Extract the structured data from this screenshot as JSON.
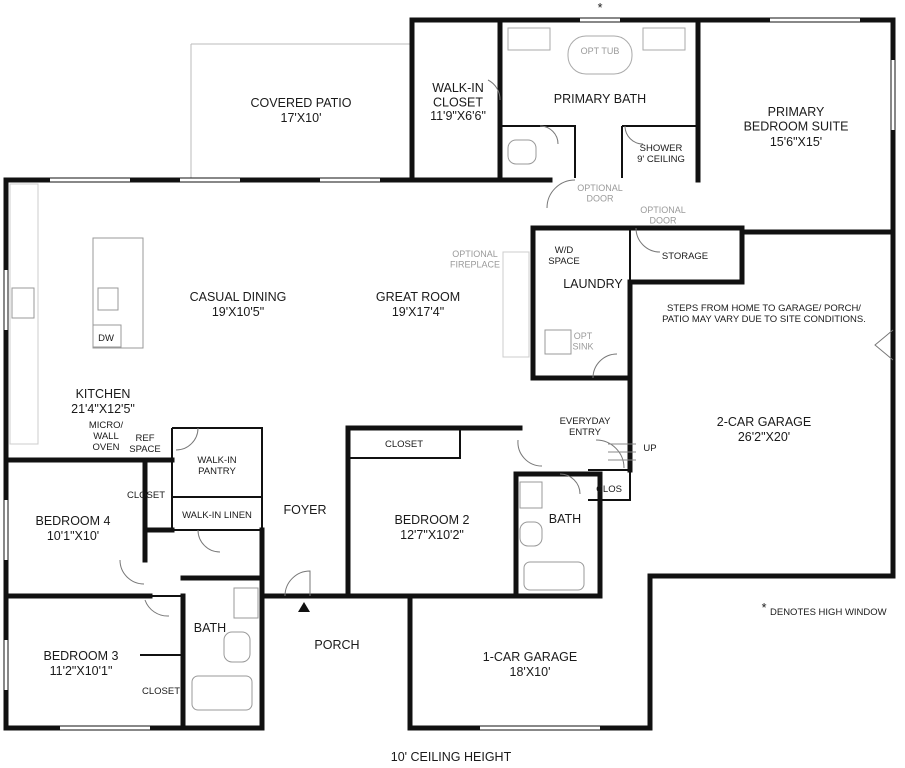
{
  "high_window_mark": "*",
  "rooms": {
    "covered_patio": {
      "name": "COVERED PATIO",
      "dim": "17'X10'"
    },
    "walk_in_closet": {
      "name": "WALK-IN\nCLOSET",
      "dim": "11'9\"X6'6\""
    },
    "primary_bath": {
      "name": "PRIMARY BATH"
    },
    "opt_tub": {
      "name": "OPT TUB"
    },
    "shower": {
      "name": "SHOWER\n9' CEILING"
    },
    "primary_bedroom": {
      "name": "PRIMARY\nBEDROOM SUITE",
      "dim": "15'6\"X15'"
    },
    "casual_dining": {
      "name": "CASUAL DINING",
      "dim": "19'X10'5\""
    },
    "great_room": {
      "name": "GREAT ROOM",
      "dim": "19'X17'4\""
    },
    "kitchen": {
      "name": "KITCHEN",
      "dim": "21'4\"X12'5\""
    },
    "walk_in_pantry": {
      "name": "WALK-IN\nPANTRY"
    },
    "walk_in_linen": {
      "name": "WALK-IN LINEN"
    },
    "foyer": {
      "name": "FOYER"
    },
    "bedroom_4": {
      "name": "BEDROOM 4",
      "dim": "10'1\"X10'"
    },
    "bedroom_3": {
      "name": "BEDROOM 3",
      "dim": "11'2\"X10'1\""
    },
    "bedroom_2": {
      "name": "BEDROOM 2",
      "dim": "12'7\"X10'2\""
    },
    "bath_left": {
      "name": "BATH"
    },
    "bath_right": {
      "name": "BATH"
    },
    "porch": {
      "name": "PORCH"
    },
    "one_car_garage": {
      "name": "1-CAR GARAGE",
      "dim": "18'X10'"
    },
    "two_car_garage": {
      "name": "2-CAR GARAGE",
      "dim": "26'2\"X20'"
    },
    "laundry": {
      "name": "LAUNDRY"
    },
    "wd_space": {
      "name": "W/D\nSPACE"
    },
    "storage": {
      "name": "STORAGE"
    },
    "clos": {
      "name": "CLOS"
    },
    "closet_b2": {
      "name": "CLOSET"
    },
    "closet_b4": {
      "name": "CLOSET"
    },
    "closet_b3": {
      "name": "CLOSET"
    },
    "everyday_entry": {
      "name": "EVERYDAY\nENTRY"
    },
    "up": {
      "name": "UP"
    }
  },
  "fixtures": {
    "dw": "DW",
    "micro_wall_oven": "MICRO/\nWALL\nOVEN",
    "ref_space": "REF\nSPACE",
    "optional_fireplace": "OPTIONAL\nFIREPLACE",
    "opt_sink": "OPT\nSINK",
    "optional_door_1": "OPTIONAL\nDOOR",
    "optional_door_2": "OPTIONAL\nDOOR"
  },
  "notes": {
    "site_conditions": "STEPS FROM HOME TO GARAGE/ PORCH/\nPATIO MAY VARY DUE TO SITE CONDITIONS.",
    "high_window": "DENOTES HIGH WINDOW",
    "ceiling": "10' CEILING HEIGHT"
  }
}
